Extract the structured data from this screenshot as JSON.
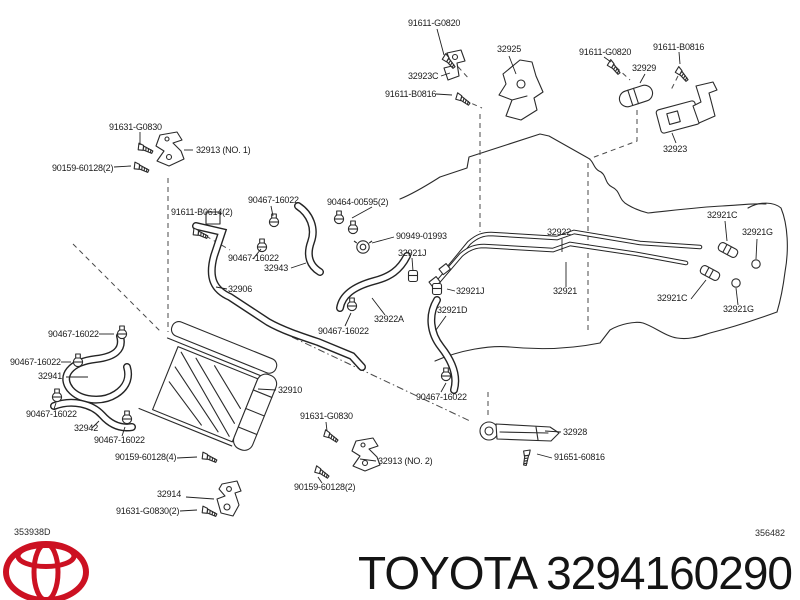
{
  "document": {
    "code_left": "353938D",
    "code_right": "356482",
    "footer_title": "TOYOTA 3294160290"
  },
  "colors": {
    "logo_red": "#cc1122",
    "line_color": "#2b2b2b",
    "background": "#ffffff"
  },
  "icons": {
    "logo": "toyota-logo"
  },
  "labels": [
    {
      "part": "91611-G0820",
      "text": "91611-G0820"
    },
    {
      "part": "32925",
      "text": "32925"
    },
    {
      "part": "32923C",
      "text": "32923C"
    },
    {
      "part": "91611-B0816",
      "text": "91611-B0816"
    },
    {
      "part": "91611-G0820",
      "text": "91611-G0820"
    },
    {
      "part": "91611-B0816",
      "text": "91611-B0816"
    },
    {
      "part": "32929",
      "text": "32929"
    },
    {
      "part": "32923",
      "text": "32923"
    },
    {
      "part": "91631-G0830",
      "text": "91631-G0830"
    },
    {
      "part": "32913-no1",
      "text": "32913 (NO. 1)"
    },
    {
      "part": "90159-60128-2",
      "text": "90159-60128(2)"
    },
    {
      "part": "90467-16022",
      "text": "90467-16022"
    },
    {
      "part": "91611-B0614-2",
      "text": "91611-B0614(2)"
    },
    {
      "part": "90464-00595-2",
      "text": "90464-00595(2)"
    },
    {
      "part": "90949-01993",
      "text": "90949-01993"
    },
    {
      "part": "32921J",
      "text": "32921J"
    },
    {
      "part": "90467-16022",
      "text": "90467-16022"
    },
    {
      "part": "32943",
      "text": "32943"
    },
    {
      "part": "32906",
      "text": "32906"
    },
    {
      "part": "32922",
      "text": "32922"
    },
    {
      "part": "32921C",
      "text": "32921C"
    },
    {
      "part": "32921G",
      "text": "32921G"
    },
    {
      "part": "32921J",
      "text": "32921J"
    },
    {
      "part": "32921D",
      "text": "32921D"
    },
    {
      "part": "32922A",
      "text": "32922A"
    },
    {
      "part": "90467-16022",
      "text": "90467-16022"
    },
    {
      "part": "32921",
      "text": "32921"
    },
    {
      "part": "32921C",
      "text": "32921C"
    },
    {
      "part": "32921G",
      "text": "32921G"
    },
    {
      "part": "90467-16022",
      "text": "90467-16022"
    },
    {
      "part": "90467-16022",
      "text": "90467-16022"
    },
    {
      "part": "32941",
      "text": "32941"
    },
    {
      "part": "90467-16022",
      "text": "90467-16022"
    },
    {
      "part": "32942",
      "text": "32942"
    },
    {
      "part": "90467-16022",
      "text": "90467-16022"
    },
    {
      "part": "32910",
      "text": "32910"
    },
    {
      "part": "90467-16022",
      "text": "90467-16022"
    },
    {
      "part": "91631-G0830",
      "text": "91631-G0830"
    },
    {
      "part": "90159-60128-4",
      "text": "90159-60128(4)"
    },
    {
      "part": "32913-no2",
      "text": "32913 (NO. 2)"
    },
    {
      "part": "32928",
      "text": "32928"
    },
    {
      "part": "91651-60816",
      "text": "91651-60816"
    },
    {
      "part": "90159-60128-2",
      "text": "90159-60128(2)"
    },
    {
      "part": "32914",
      "text": "32914"
    },
    {
      "part": "91631-G0830-2",
      "text": "91631-G0830(2)"
    }
  ]
}
